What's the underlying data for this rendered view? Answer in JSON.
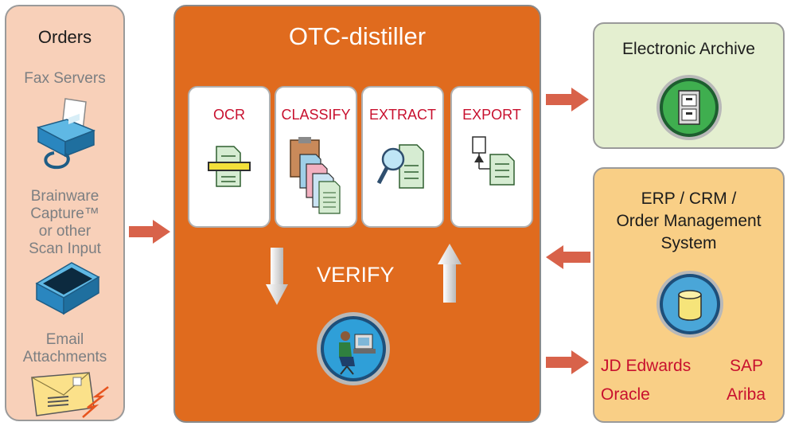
{
  "orders": {
    "title": "Orders",
    "fax_label": "Fax Servers",
    "scan_label_lines": [
      "Brainware",
      "Capture™",
      "or other",
      "Scan Input"
    ],
    "email_label_lines": [
      "Email",
      "Attachments"
    ]
  },
  "distiller": {
    "title": "OTC-distiller",
    "steps": [
      "OCR",
      "CLASSIFY",
      "EXTRACT",
      "EXPORT"
    ],
    "verify_label": "VERIFY"
  },
  "archive": {
    "title": "Electronic Archive"
  },
  "erp": {
    "title_lines": [
      "ERP / CRM  /",
      "Order Management",
      "System"
    ],
    "systems": [
      "JD Edwards",
      "SAP",
      "Oracle",
      "Ariba"
    ]
  },
  "colors": {
    "orders_bg": "#f8d0b9",
    "distiller_bg": "#e06b1e",
    "archive_bg": "#e4efd0",
    "erp_bg": "#f9cf86",
    "step_label": "#c8102e",
    "system_label": "#c8102e",
    "flow_arrow": "#d8624a"
  }
}
